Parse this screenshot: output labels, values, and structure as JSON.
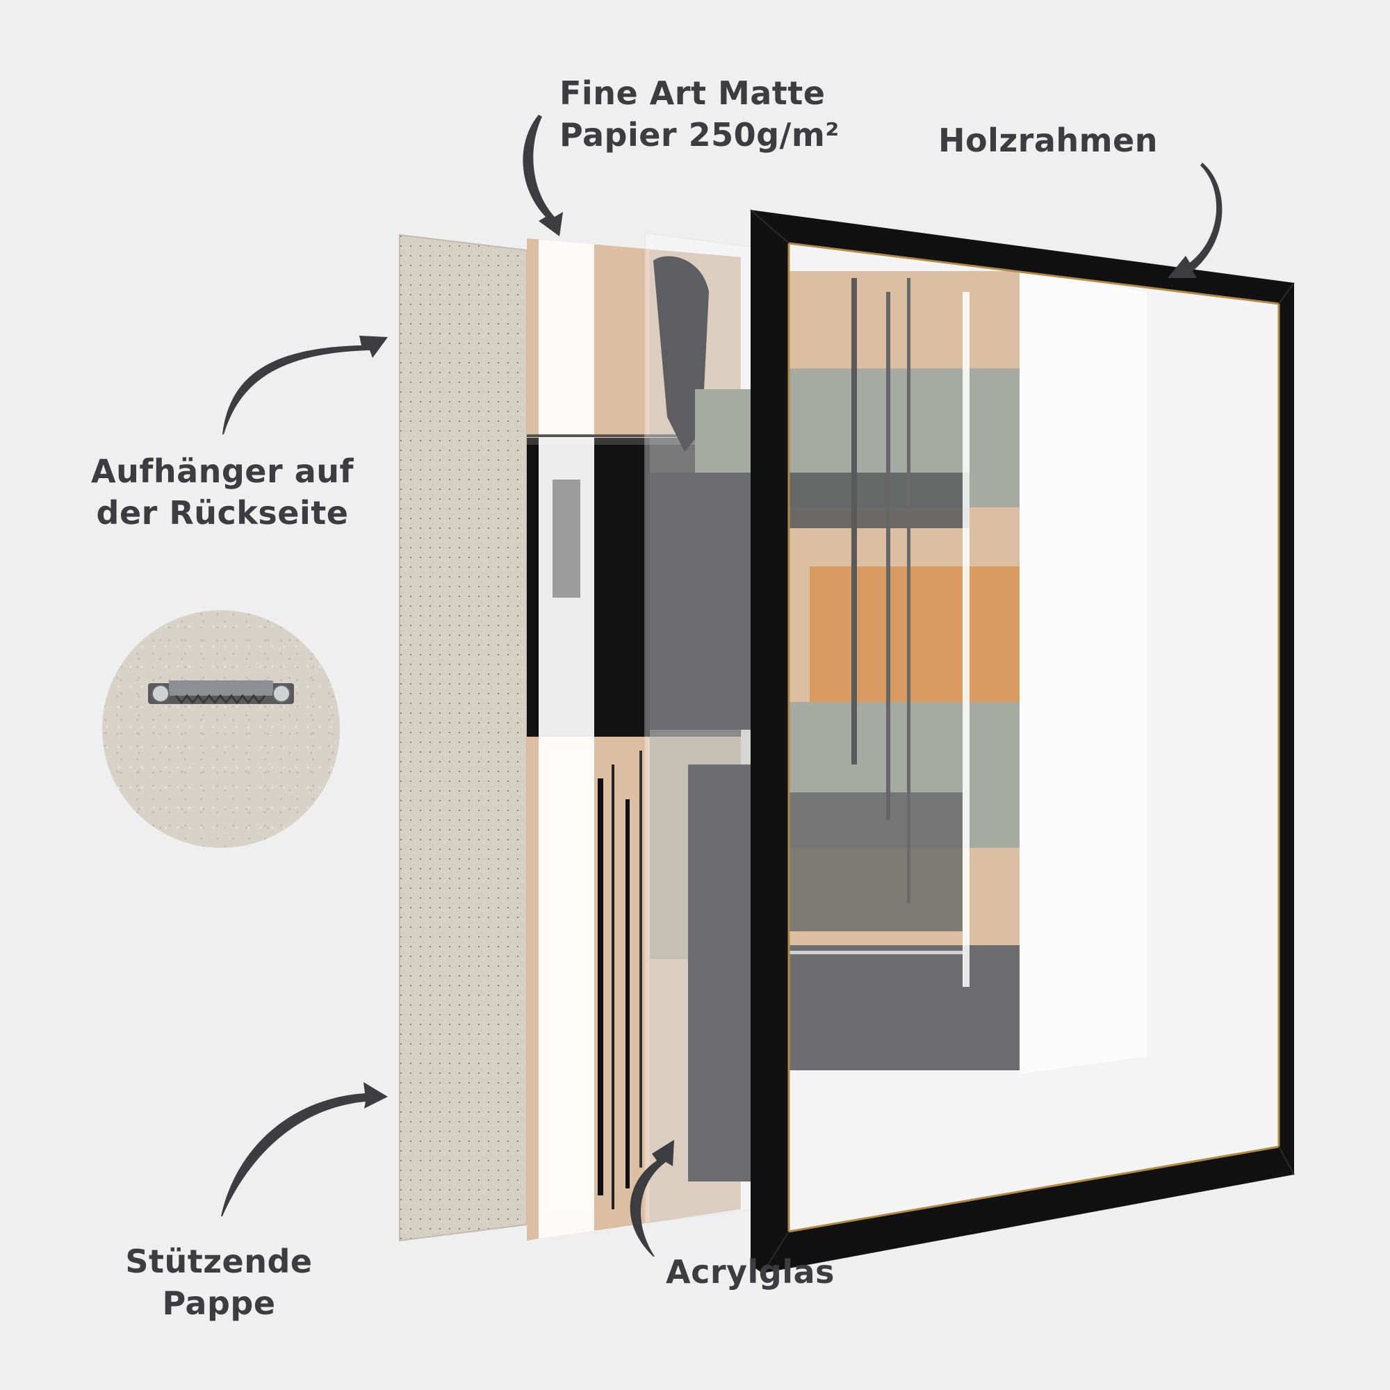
{
  "labels": {
    "paper": {
      "line1": "Fine Art Matte",
      "line2": "Papier 250g/m²"
    },
    "frame": {
      "line1": "Holzrahmen"
    },
    "hanger": {
      "line1": "Aufhänger auf",
      "line2": "der Rückseite"
    },
    "backing": {
      "line1": "Stützende",
      "line2": "Pappe"
    },
    "acrylic": {
      "line1": "Acrylglas"
    }
  },
  "colors": {
    "background": "#efefef",
    "text": "#3d3c3e",
    "arrow": "#3d3c3e",
    "cardboard": "#d6cfc4",
    "art_peach": "#dcbfa3",
    "art_orange": "#d89c63",
    "art_sage": "#a7aaa2",
    "art_gray": "#6d6d6f",
    "art_black": "#121212",
    "frame": "#111111",
    "frame_gold_edge": "#b08a4a"
  },
  "components": [
    {
      "id": "backing-board",
      "name": "Stützende Pappe"
    },
    {
      "id": "art-print",
      "name": "Fine Art Matte Papier 250g/m²"
    },
    {
      "id": "acrylic-glass",
      "name": "Acrylglas"
    },
    {
      "id": "wood-frame",
      "name": "Holzrahmen"
    },
    {
      "id": "sawtooth-hanger",
      "name": "Aufhänger auf der Rückseite"
    }
  ]
}
